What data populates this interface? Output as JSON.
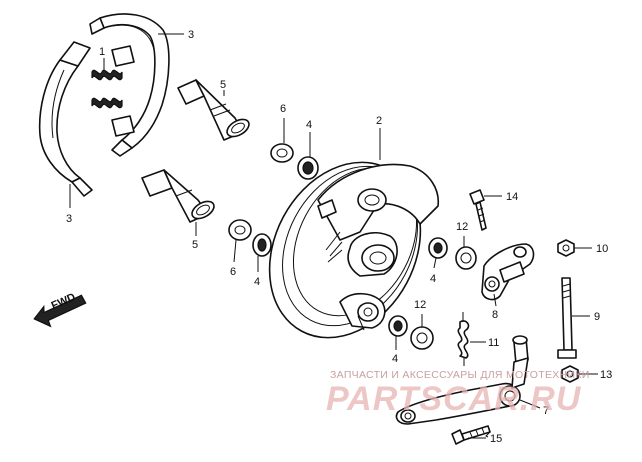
{
  "labels": {
    "p1": "1",
    "p2": "2",
    "p3a": "3",
    "p3b": "3",
    "p4a": "4",
    "p4b": "4",
    "p4c": "4",
    "p4d": "4",
    "p5a": "5",
    "p5b": "5",
    "p6a": "6",
    "p6b": "6",
    "p7": "7",
    "p8": "8",
    "p9": "9",
    "p10": "10",
    "p11": "11",
    "p12a": "12",
    "p12b": "12",
    "p13": "13",
    "p14": "14",
    "p15": "15"
  },
  "direction_label": "FWD",
  "watermark": {
    "line1": "ЗАПЧАСТИ И АКСЕССУАРЫ ДЛЯ МОТОТЕХНИКИ",
    "line2": "PARTSCAR.RU"
  },
  "colors": {
    "line": "#111111",
    "watermark": "#e8b4b4"
  }
}
